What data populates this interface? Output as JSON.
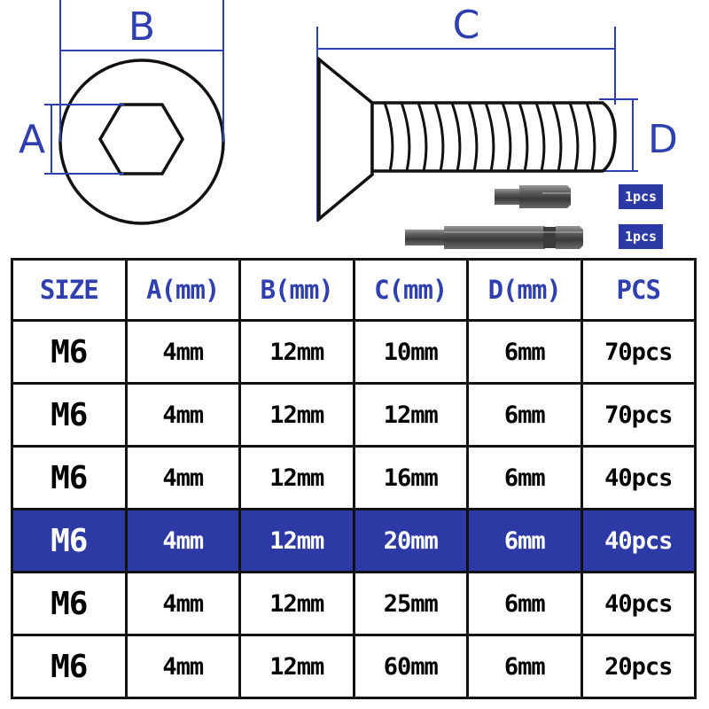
{
  "diagram": {
    "label_a": "A",
    "label_b": "B",
    "label_c": "C",
    "label_d": "D",
    "bit_short_label": "1pcs",
    "bit_long_label": "1pcs"
  },
  "colors": {
    "accent": "#2d3aa6",
    "dimension_line": "#2f3fb0",
    "text": "#000000"
  },
  "table": {
    "headers": [
      "SIZE",
      "A(mm)",
      "B(mm)",
      "C(mm)",
      "D(mm)",
      "PCS"
    ],
    "rows": [
      [
        "M6",
        "4mm",
        "12mm",
        "10mm",
        "6mm",
        "70pcs"
      ],
      [
        "M6",
        "4mm",
        "12mm",
        "12mm",
        "6mm",
        "70pcs"
      ],
      [
        "M6",
        "4mm",
        "12mm",
        "16mm",
        "6mm",
        "40pcs"
      ],
      [
        "M6",
        "4mm",
        "12mm",
        "20mm",
        "6mm",
        "40pcs"
      ],
      [
        "M6",
        "4mm",
        "12mm",
        "25mm",
        "6mm",
        "40pcs"
      ],
      [
        "M6",
        "4mm",
        "12mm",
        "60mm",
        "6mm",
        "20pcs"
      ]
    ],
    "highlighted_row": 3
  }
}
